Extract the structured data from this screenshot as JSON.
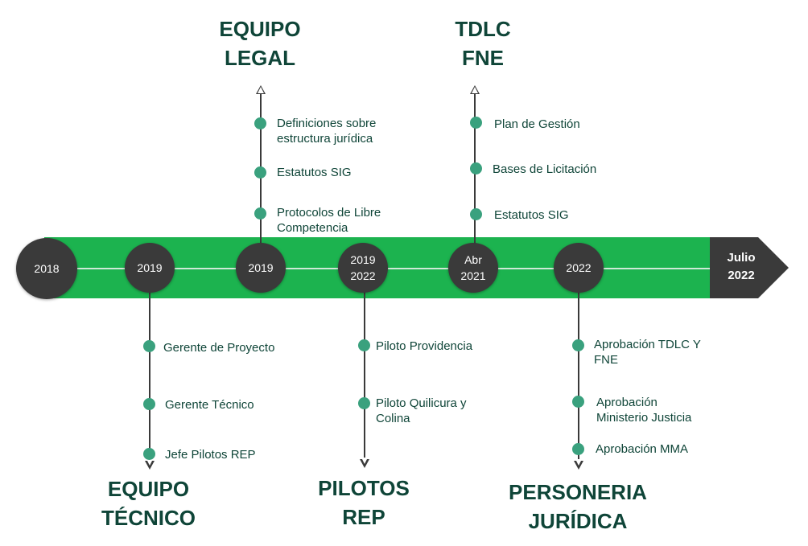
{
  "timeline": {
    "end_label": [
      "Julio",
      "2022"
    ],
    "years": [
      {
        "label": [
          "2018"
        ]
      },
      {
        "label": [
          "2019"
        ]
      },
      {
        "label": [
          "2019"
        ]
      },
      {
        "label": [
          "2019",
          "2022"
        ]
      },
      {
        "label": [
          "Abr",
          "2021"
        ]
      },
      {
        "label": [
          "2022"
        ]
      }
    ]
  },
  "branches": {
    "equipo_legal": {
      "heading": [
        "EQUIPO",
        "LEGAL"
      ],
      "items": [
        [
          "Definiciones sobre",
          "estructura jurídica"
        ],
        [
          "Estatutos SIG"
        ],
        [
          "Protocolos de Libre",
          "Competencia"
        ]
      ]
    },
    "tdlc_fne": {
      "heading": [
        "TDLC",
        "FNE"
      ],
      "items": [
        [
          "Plan de Gestión"
        ],
        [
          "Bases de Licitación"
        ],
        [
          "Estatutos SIG"
        ]
      ]
    },
    "equipo_tecnico": {
      "heading": [
        "EQUIPO",
        "TÉCNICO"
      ],
      "items": [
        [
          "Gerente de Proyecto"
        ],
        [
          "Gerente Técnico"
        ],
        [
          "Jefe Pilotos REP"
        ]
      ]
    },
    "pilotos_rep": {
      "heading": [
        "PILOTOS",
        "REP"
      ],
      "items": [
        [
          "Piloto Providencia"
        ],
        [
          "Piloto Quilicura y",
          "Colina"
        ]
      ]
    },
    "personeria_juridica": {
      "heading": [
        "PERSONERIA",
        "JURÍDICA"
      ],
      "items": [
        [
          "Aprobación TDLC Y",
          "FNE"
        ],
        [
          "Aprobación",
          "Ministerio Justicia"
        ],
        [
          "Aprobación MMA"
        ]
      ]
    }
  },
  "colors": {
    "band": "#1cb34f",
    "node": "#3a3a3a",
    "dot": "#3aa17e",
    "text": "#0f4538"
  }
}
